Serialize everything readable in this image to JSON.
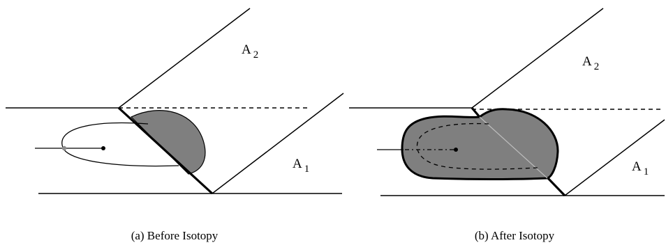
{
  "panels": [
    {
      "caption": "(a) Before Isotopy",
      "region_upper": {
        "letter": "A",
        "subscript": "2"
      },
      "region_lower": {
        "letter": "A",
        "subscript": "1"
      }
    },
    {
      "caption": "(b) After Isotopy",
      "region_upper": {
        "letter": "A",
        "subscript": "2"
      },
      "region_lower": {
        "letter": "A",
        "subscript": "1"
      }
    }
  ],
  "colors": {
    "stroke": "#000000",
    "shaded_region": "#7f7f7f",
    "gray_point": "#8c8c8c"
  }
}
